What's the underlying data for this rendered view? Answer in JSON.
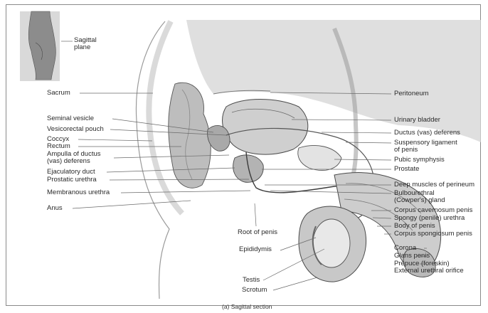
{
  "figure": {
    "caption": "(a) Sagittal section",
    "inset": {
      "label": "Sagittal\nplane"
    },
    "left_labels": {
      "sacrum": "Sacrum",
      "seminal_vesicle": "Seminal vesicle",
      "vesicorectal_pouch": "Vesicorectal pouch",
      "coccyx": "Coccyx",
      "rectum": "Rectum",
      "ampulla": "Ampulla of ductus\n(vas) deferens",
      "ejaculatory_duct": "Ejaculatory duct",
      "prostatic_urethra": "Prostatic urethra",
      "membranous_urethra": "Membranous urethra",
      "anus": "Anus"
    },
    "right_labels": {
      "peritoneum": "Peritoneum",
      "urinary_bladder": "Urinary bladder",
      "ductus_deferens": "Ductus (vas) deferens",
      "suspensory_ligament": "Suspensory ligament\nof penis",
      "pubic_symphysis": "Pubic symphysis",
      "prostate": "Prostate",
      "deep_muscles": "Deep muscles of perineum",
      "bulbourethral": "Bulbourethral\n(Cowper's) gland",
      "corpus_cavernosum": "Corpus cavernosum penis",
      "spongy_urethra": "Spongy (penile) urethra",
      "body_of_penis": "Body of penis",
      "corpus_spongiosum": "Corpus spongiosum penis",
      "corona": "Corona",
      "glans_penis": "Glans penis",
      "prepuce": "Prepuce (foreskin)",
      "external_urethral_orifice": "External urethral orifice"
    },
    "bottom_labels": {
      "root_of_penis": "Root of penis",
      "epididymis": "Epididymis",
      "testis": "Testis",
      "scrotum": "Scrotum"
    }
  }
}
